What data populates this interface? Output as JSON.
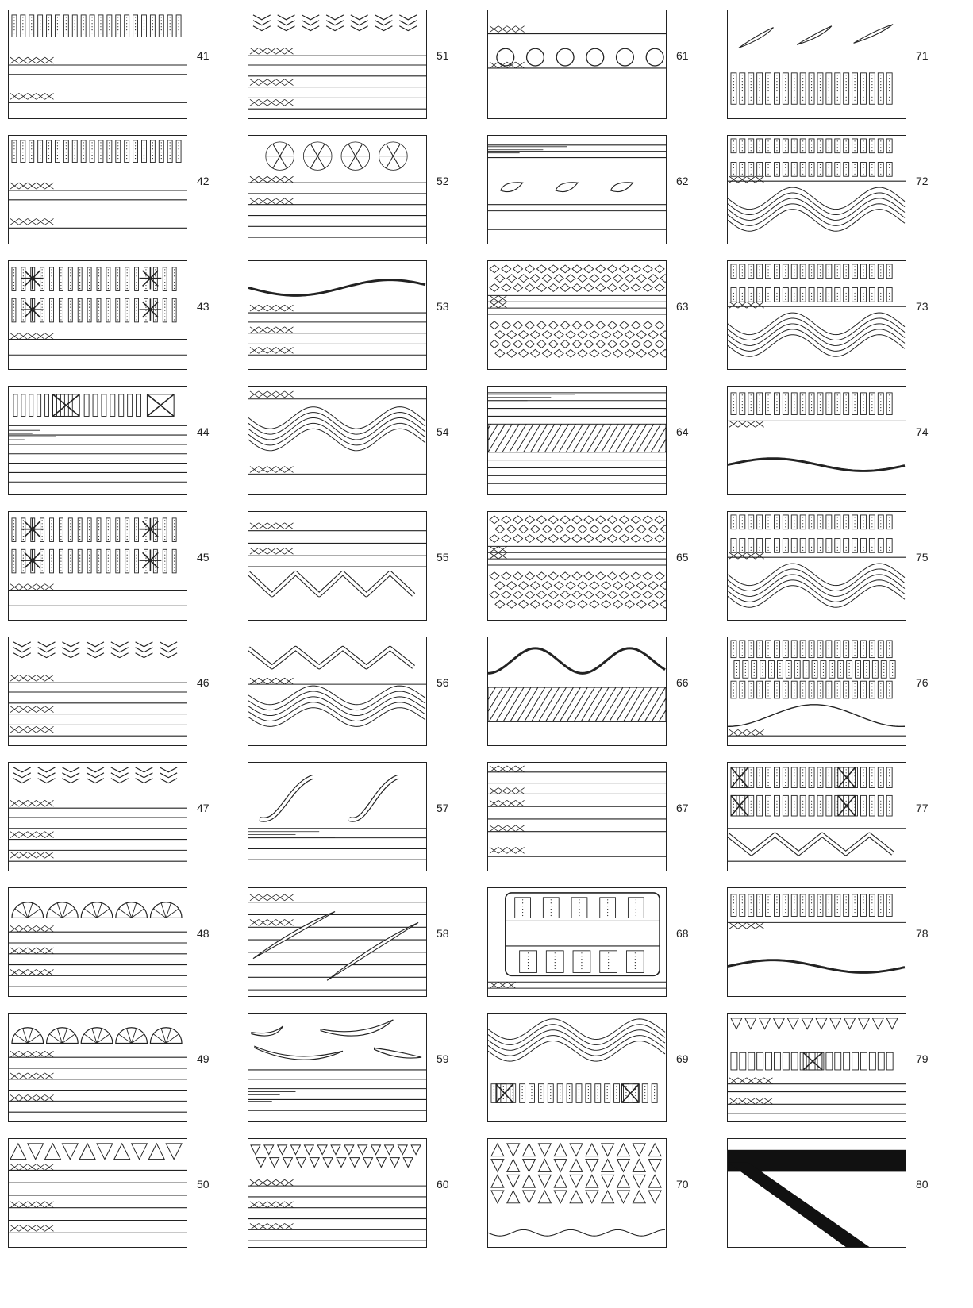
{
  "plate": {
    "panels": [
      {
        "number": "41",
        "motif": "vertical-bars-with-blocks"
      },
      {
        "number": "42",
        "motif": "vertical-bars-with-blocks"
      },
      {
        "number": "43",
        "motif": "bars-with-star-crosses"
      },
      {
        "number": "44",
        "motif": "bars-with-x-blocks"
      },
      {
        "number": "45",
        "motif": "bars-with-star-crosses"
      },
      {
        "number": "46",
        "motif": "chevron-leaves"
      },
      {
        "number": "47",
        "motif": "chevron-leaves"
      },
      {
        "number": "48",
        "motif": "fan-leaves"
      },
      {
        "number": "49",
        "motif": "fan-leaves"
      },
      {
        "number": "50",
        "motif": "zigzag-triangles"
      },
      {
        "number": "51",
        "motif": "chevron-leaves"
      },
      {
        "number": "52",
        "motif": "pinwheels"
      },
      {
        "number": "53",
        "motif": "single-wave"
      },
      {
        "number": "54",
        "motif": "multi-wave"
      },
      {
        "number": "55",
        "motif": "zigzag-band"
      },
      {
        "number": "56",
        "motif": "zigzag-band-over-waves"
      },
      {
        "number": "57",
        "motif": "s-curves"
      },
      {
        "number": "58",
        "motif": "diagonal-blades"
      },
      {
        "number": "59",
        "motif": "crescents"
      },
      {
        "number": "60",
        "motif": "small-triangles"
      },
      {
        "number": "61",
        "motif": "dots"
      },
      {
        "number": "62",
        "motif": "teardrops"
      },
      {
        "number": "63",
        "motif": "diamond-grid"
      },
      {
        "number": "64",
        "motif": "diagonal-hatch-band"
      },
      {
        "number": "65",
        "motif": "diamond-grid"
      },
      {
        "number": "66",
        "motif": "wave-over-hatch"
      },
      {
        "number": "67",
        "motif": "lines-only"
      },
      {
        "number": "68",
        "motif": "block-figure"
      },
      {
        "number": "69",
        "motif": "waves-over-bars"
      },
      {
        "number": "70",
        "motif": "triangle-rows"
      },
      {
        "number": "71",
        "motif": "floating-leaves"
      },
      {
        "number": "72",
        "motif": "bars-over-waves"
      },
      {
        "number": "73",
        "motif": "bars-over-waves"
      },
      {
        "number": "74",
        "motif": "bars-over-single-wave"
      },
      {
        "number": "75",
        "motif": "bars-over-waves"
      },
      {
        "number": "76",
        "motif": "stacked-bars-over-hill"
      },
      {
        "number": "77",
        "motif": "bars-over-zigzag"
      },
      {
        "number": "78",
        "motif": "bars-over-single-wave"
      },
      {
        "number": "79",
        "motif": "triangles-over-lines"
      },
      {
        "number": "80",
        "motif": "black-band-diagonal"
      }
    ]
  }
}
